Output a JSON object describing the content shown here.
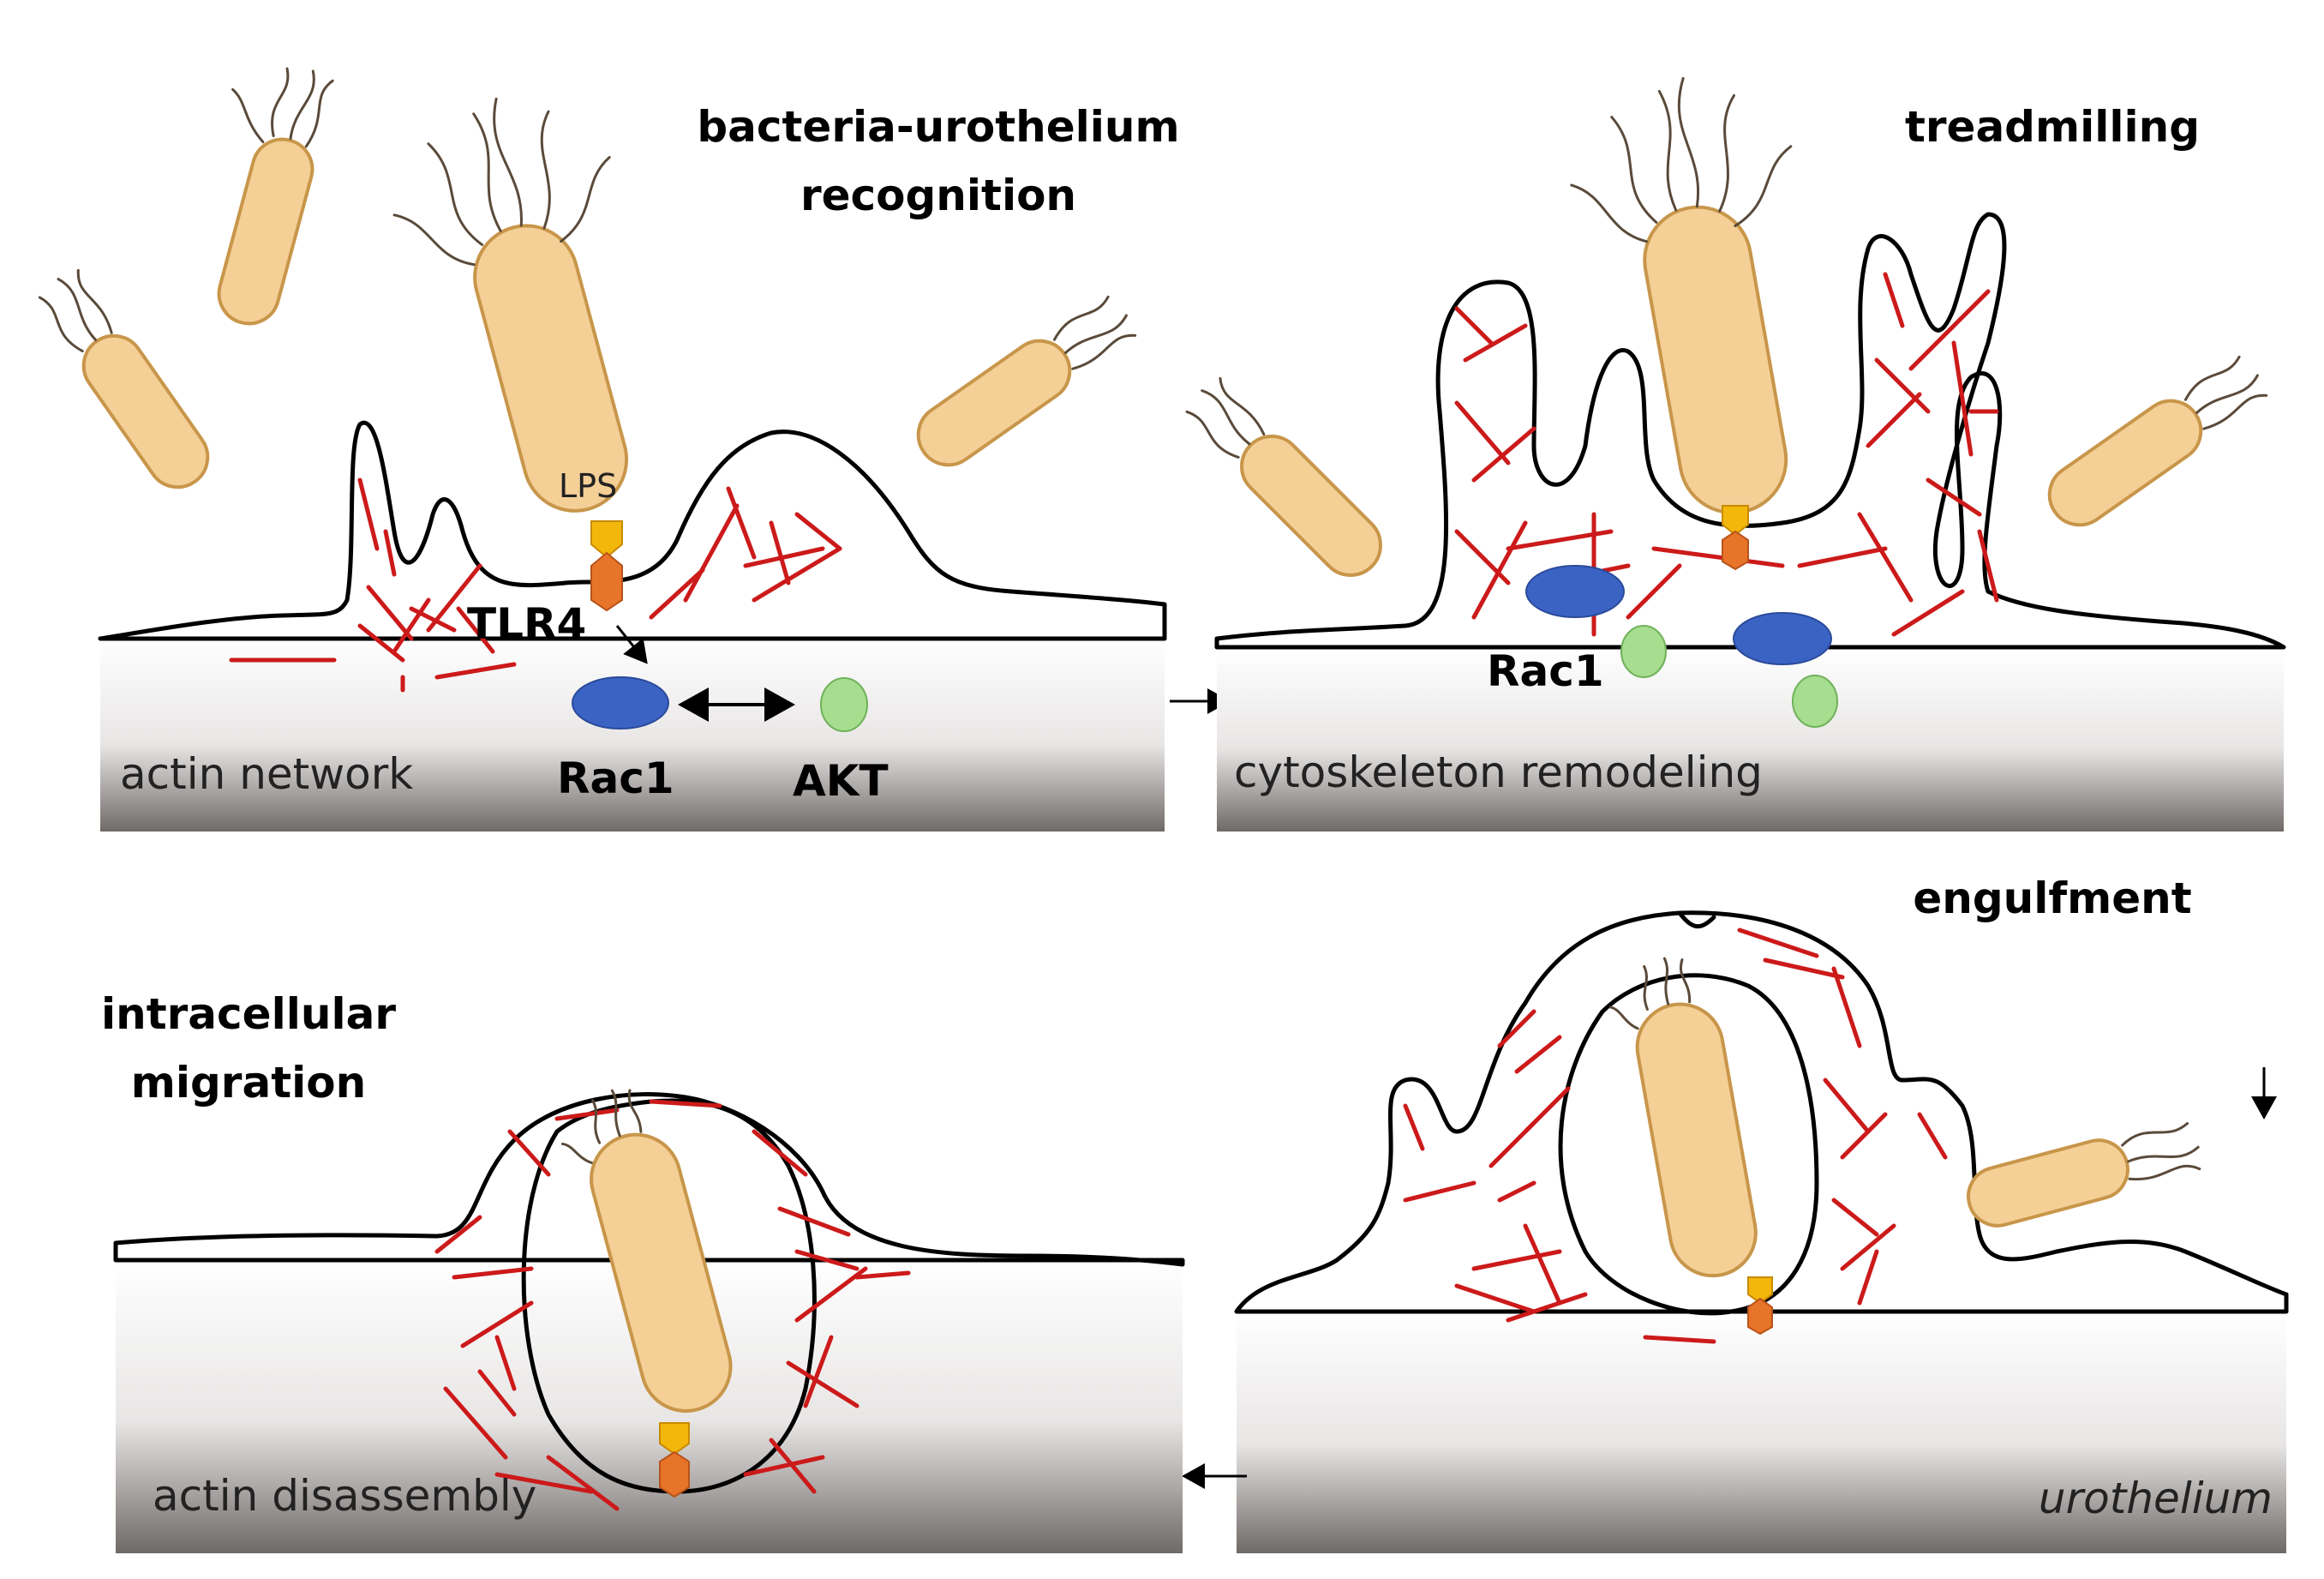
{
  "colors": {
    "bacterium_fill": "#f4cf96",
    "bacterium_stroke": "#c8964a",
    "actin": "#cc1a1a",
    "rac1": "#3b63c4",
    "akt": "#a6dd8f",
    "lps": "#f3b70c",
    "tlr4": "#e8742a",
    "cell_gradient_top": "#ffffff",
    "cell_gradient_bottom": "#6e6a68"
  },
  "panels": {
    "recognition": {
      "title_line1": "bacteria-urothelium",
      "title_line2": "recognition",
      "cell_label": "actin network",
      "lps_label": "LPS",
      "tlr4_label": "TLR4",
      "rac1_label": "Rac1",
      "akt_label": "AKT"
    },
    "treadmilling": {
      "title": "treadmilling",
      "cell_label": "cytoskeleton remodeling",
      "rac1_label": "Rac1"
    },
    "engulfment": {
      "title": "engulfment",
      "cell_label": "urothelium"
    },
    "migration": {
      "title_line1": "intracellular",
      "title_line2": "migration",
      "cell_label": "actin disassembly"
    }
  },
  "icons": [
    "bacterium-icon",
    "flagella-icon",
    "actin-filament-icon",
    "arrow-right-icon",
    "arrow-down-icon",
    "arrow-left-icon",
    "double-arrow-icon"
  ]
}
